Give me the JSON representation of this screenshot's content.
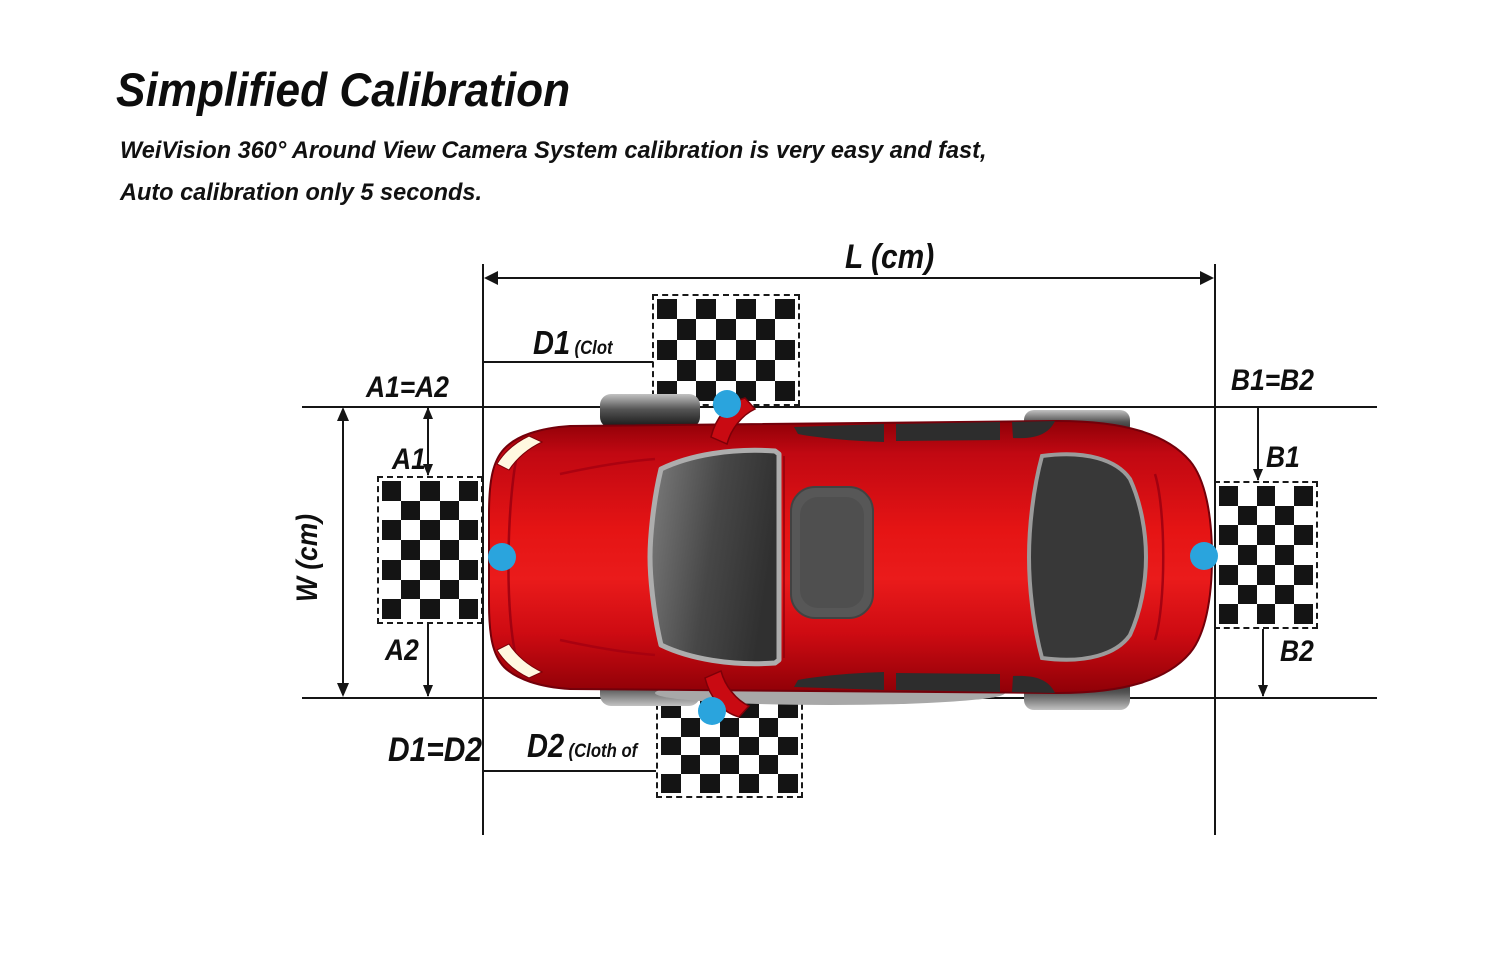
{
  "header": {
    "title": "Simplified Calibration",
    "subtitle_line1": "WeiVision 360° Around View Camera System calibration is very easy and fast,",
    "subtitle_line2": "Auto calibration only 5 seconds."
  },
  "diagram": {
    "labels": {
      "length": "L (cm)",
      "width": "W (cm)",
      "a1_equals_a2": "A1=A2",
      "b1_equals_b2": "B1=B2",
      "a1": "A1",
      "a2": "A2",
      "b1": "B1",
      "b2": "B2",
      "d1": "D1",
      "d1_note": "(Clot",
      "d2": "D2",
      "d2_note": "(Cloth of",
      "d1_equals_d2": "D1=D2"
    },
    "boards": [
      {
        "id": "top",
        "cols": 7,
        "rows": 5
      },
      {
        "id": "left",
        "cols": 5,
        "rows": 7
      },
      {
        "id": "right",
        "cols": 5,
        "rows": 7
      },
      {
        "id": "bottom",
        "cols": 7,
        "rows": 5
      }
    ],
    "camera_count": 4
  },
  "colors": {
    "car_red": "#d21117",
    "camera_blue": "#2aa4dd",
    "line": "#151515",
    "checker_dark": "#141414"
  }
}
